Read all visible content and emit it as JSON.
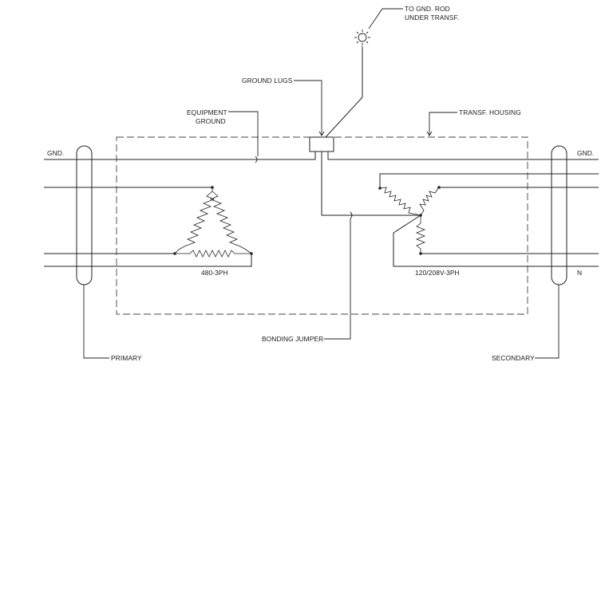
{
  "labels": {
    "gnd_rod_line1": "TO GND. ROD",
    "gnd_rod_line2": "UNDER TRANSF.",
    "ground_lugs": "GROUND LUGS",
    "equipment_ground_line1": "EQUIPMENT",
    "equipment_ground_line2": "GROUND",
    "transformer_housing": "TRANSF. HOUSING",
    "gnd_left": "GND.",
    "gnd_right": "GND.",
    "primary_rating": "480-3PH",
    "secondary_rating": "120/208V-3PH",
    "neutral": "N",
    "bonding_jumper": "BONDING JUMPER",
    "primary": "PRIMARY",
    "secondary": "SECONDARY"
  },
  "icons": {
    "ground_rod": "ground-rod-symbol",
    "delta_winding": "delta-winding-symbol",
    "wye_winding": "wye-winding-symbol"
  }
}
